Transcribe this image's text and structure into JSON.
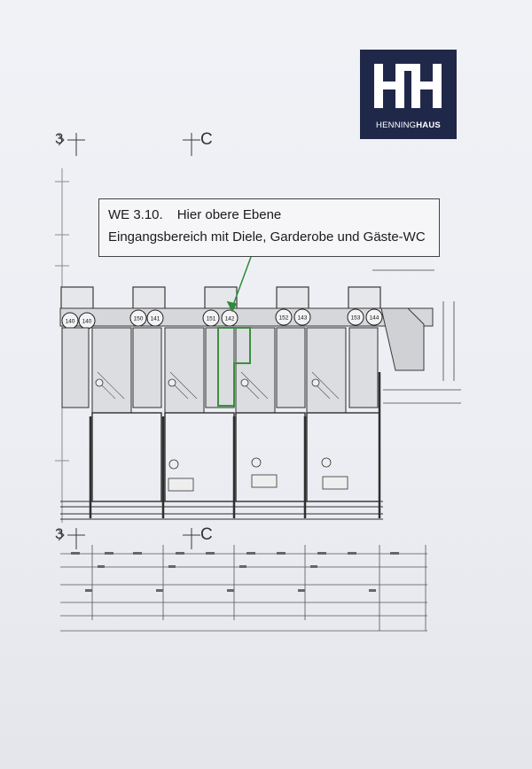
{
  "logo": {
    "monogram": "HH",
    "name_light": "HENNING",
    "name_bold": "HAUS",
    "background": "#20284a"
  },
  "callout": {
    "unit": "WE 3.10.",
    "level": "Hier obere Ebene",
    "description": "Eingangsbereich mit Diele, Garderobe und Gäste-WC",
    "arrow_color": "#2f8a3a"
  },
  "plan": {
    "section_markers": [
      {
        "label": "3",
        "suffix": "C"
      },
      {
        "label": "3",
        "suffix": "C"
      }
    ],
    "unit_numbers": [
      "140",
      "140",
      "150",
      "141",
      "151",
      "142",
      "152",
      "143",
      "153",
      "144"
    ],
    "highlight_color": "#3a8f3f"
  }
}
